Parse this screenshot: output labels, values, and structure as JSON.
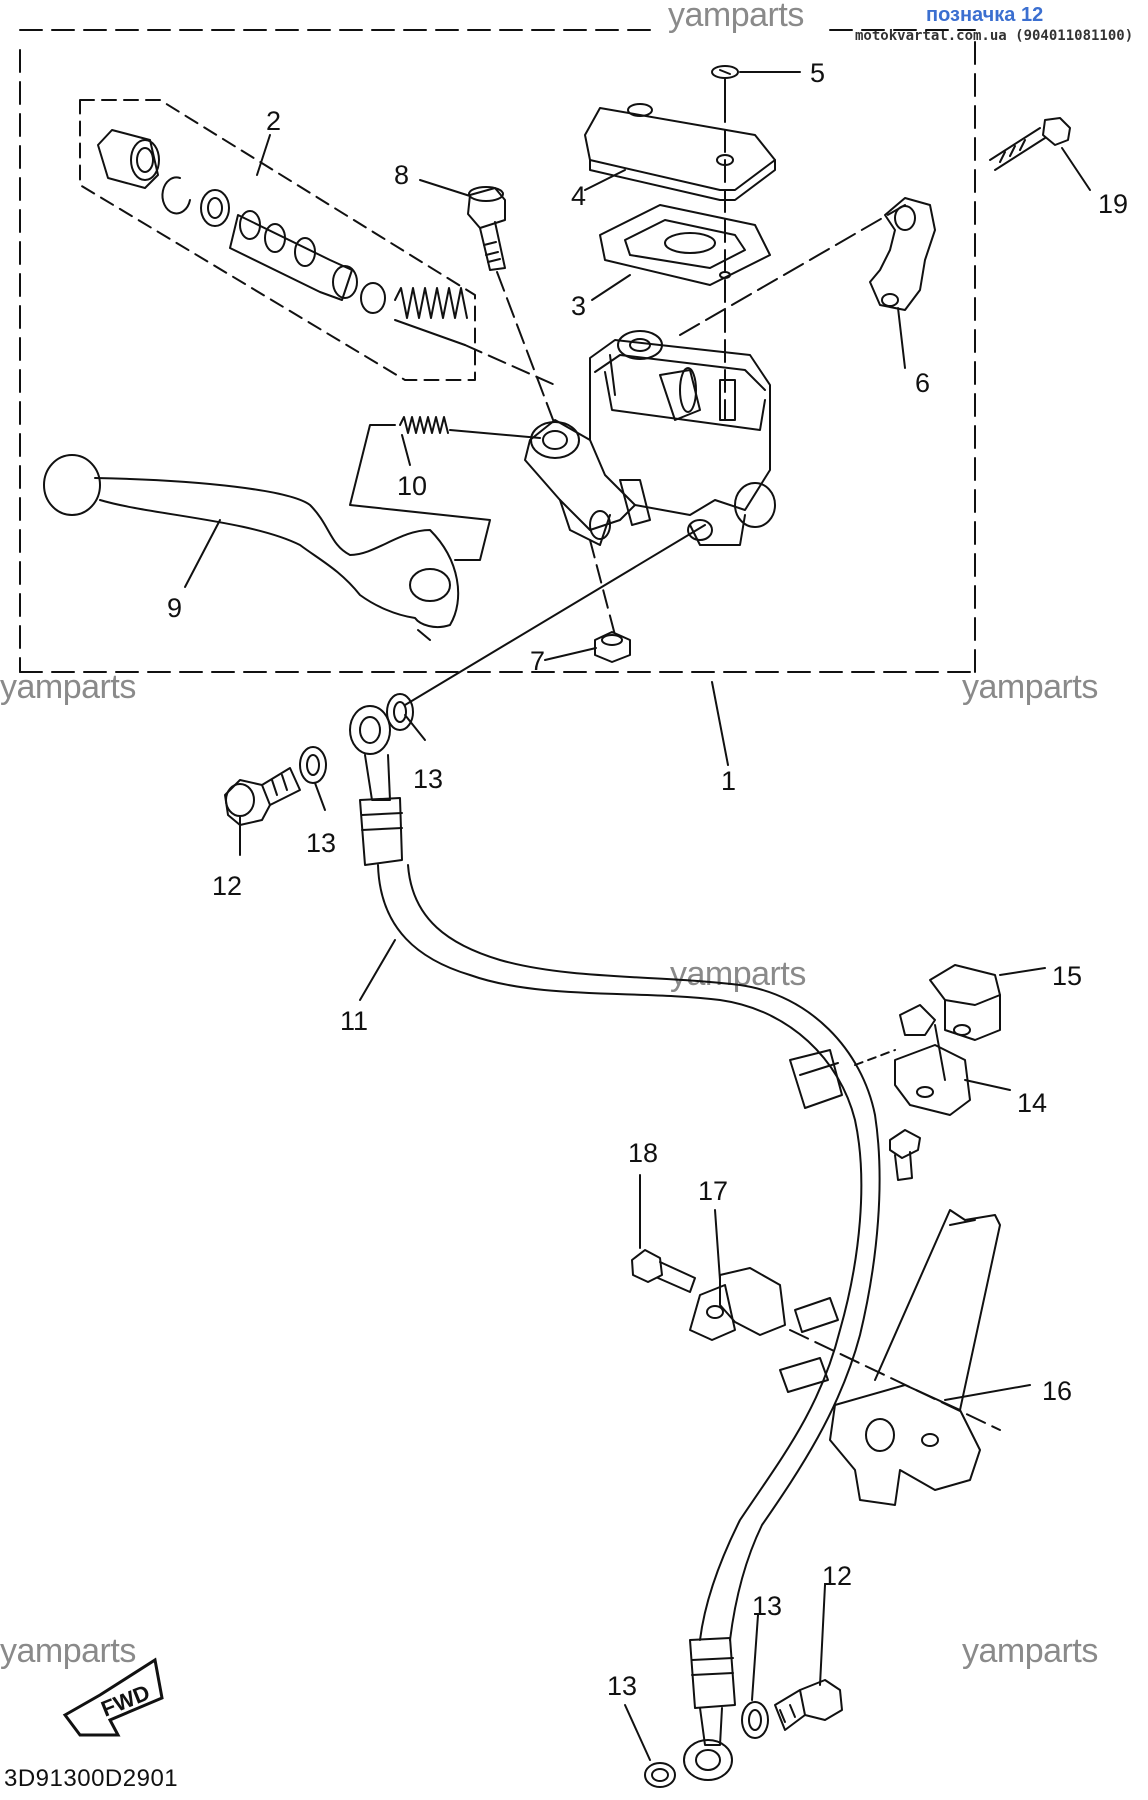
{
  "watermark": "yamparts",
  "header": {
    "tag_line": "позначка 12",
    "site_line": "motokvartal.com.ua (904011081100)"
  },
  "diagram_code": "3D91300D2901",
  "fwd_label": "FWD",
  "callouts": {
    "c1": "1",
    "c2": "2",
    "c3": "3",
    "c4": "4",
    "c5": "5",
    "c6": "6",
    "c7": "7",
    "c8": "8",
    "c9": "9",
    "c10": "10",
    "c11": "11",
    "c12": "12",
    "c13": "13",
    "c14": "14",
    "c15": "15",
    "c16": "16",
    "c17": "17",
    "c18": "18",
    "c19": "19"
  }
}
